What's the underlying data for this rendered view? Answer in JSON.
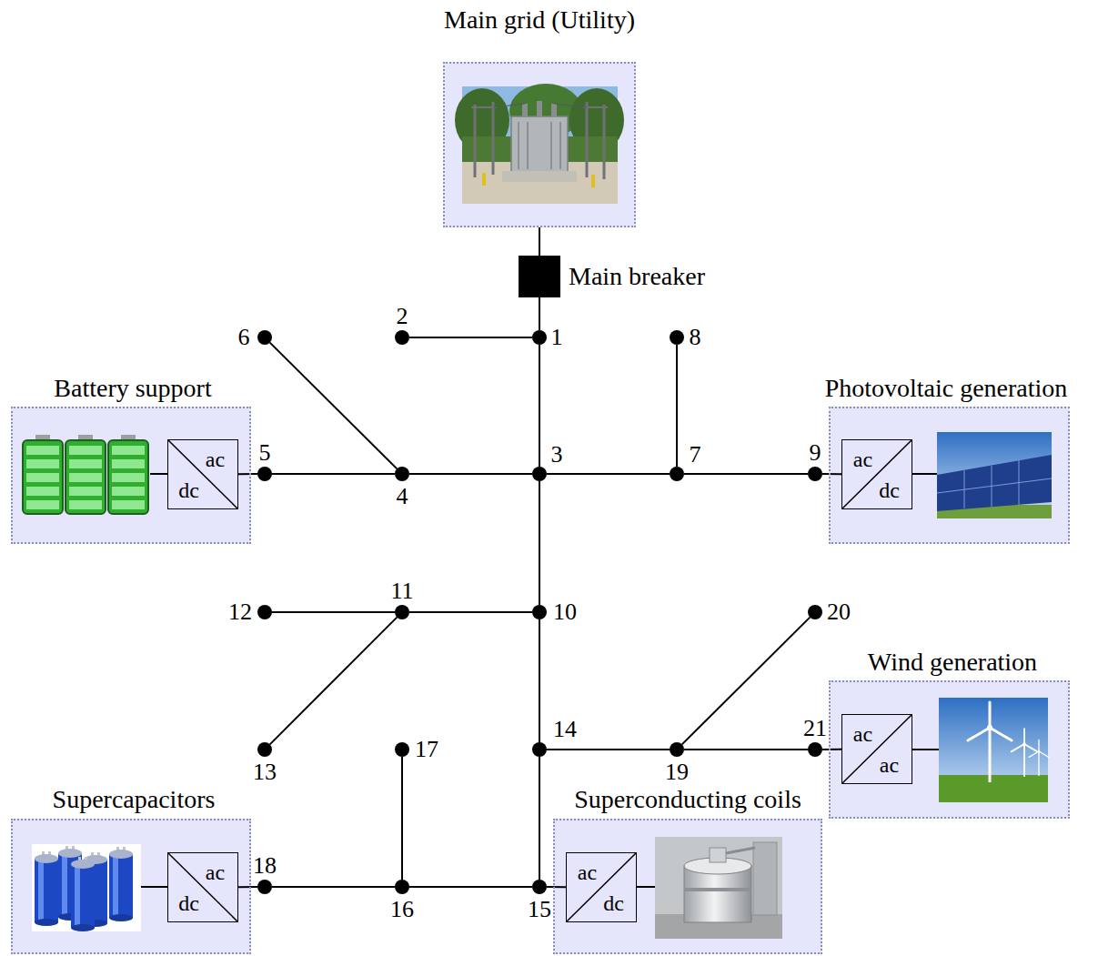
{
  "diagram": {
    "nodes": [
      {
        "text": [
          "Main grid (Utility)"
        ]
      },
      {
        "text": [
          "Main breaker"
        ]
      },
      {
        "text": [
          "6"
        ]
      },
      {
        "text": [
          "2"
        ]
      },
      {
        "text": [
          "1"
        ]
      },
      {
        "text": [
          "8"
        ]
      },
      {
        "text": [
          "Battery support"
        ]
      },
      {
        "text": [
          "ac",
          "dc"
        ],
        "in": 6
      },
      {
        "text": [
          "5"
        ]
      },
      {
        "text": [
          "4"
        ]
      },
      {
        "text": [
          "3"
        ]
      },
      {
        "text": [
          "7"
        ]
      },
      {
        "text": [
          "9"
        ]
      },
      {
        "text": [
          "Photovoltaic generation"
        ]
      },
      {
        "text": [
          "ac",
          "dc"
        ],
        "in": 13
      },
      {
        "text": [
          "12"
        ]
      },
      {
        "text": [
          "11"
        ]
      },
      {
        "text": [
          "10"
        ]
      },
      {
        "text": [
          "20"
        ]
      },
      {
        "text": [
          "13"
        ]
      },
      {
        "text": [
          "14"
        ]
      },
      {
        "text": [
          "19"
        ]
      },
      {
        "text": [
          "21"
        ]
      },
      {
        "text": [
          "Wind generation"
        ]
      },
      {
        "text": [
          "ac",
          "ac"
        ],
        "in": 23
      },
      {
        "text": [
          "17"
        ]
      },
      {
        "text": [
          "Supercapacitors"
        ]
      },
      {
        "text": [
          "ac",
          "dc"
        ],
        "in": 26
      },
      {
        "text": [
          "18"
        ]
      },
      {
        "text": [
          "16"
        ]
      },
      {
        "text": [
          "15"
        ]
      },
      {
        "text": [
          "Superconducting coils"
        ]
      },
      {
        "text": [
          "ac",
          "dc"
        ],
        "in": 31
      }
    ],
    "edges": [
      {
        "from": 0,
        "to": 1,
        "arrow": "none"
      },
      {
        "from": 1,
        "to": 4,
        "arrow": "none"
      },
      {
        "from": 4,
        "to": 3,
        "arrow": "none"
      },
      {
        "from": 4,
        "to": 10,
        "arrow": "none"
      },
      {
        "from": 10,
        "to": 9,
        "arrow": "none"
      },
      {
        "from": 9,
        "to": 2,
        "arrow": "none"
      },
      {
        "from": 9,
        "to": 8,
        "arrow": "none"
      },
      {
        "from": 8,
        "to": 7,
        "arrow": "none"
      },
      {
        "from": 10,
        "to": 11,
        "arrow": "none"
      },
      {
        "from": 11,
        "to": 5,
        "arrow": "none"
      },
      {
        "from": 11,
        "to": 12,
        "arrow": "none"
      },
      {
        "from": 12,
        "to": 14,
        "arrow": "none"
      },
      {
        "from": 10,
        "to": 17,
        "arrow": "none"
      },
      {
        "from": 17,
        "to": 16,
        "arrow": "none"
      },
      {
        "from": 16,
        "to": 15,
        "arrow": "none"
      },
      {
        "from": 16,
        "to": 19,
        "arrow": "none"
      },
      {
        "from": 17,
        "to": 20,
        "arrow": "none"
      },
      {
        "from": 20,
        "to": 21,
        "arrow": "none"
      },
      {
        "from": 21,
        "to": 18,
        "arrow": "none"
      },
      {
        "from": 21,
        "to": 22,
        "arrow": "none"
      },
      {
        "from": 22,
        "to": 24,
        "arrow": "none"
      },
      {
        "from": 20,
        "to": 30,
        "arrow": "none"
      },
      {
        "from": 30,
        "to": 29,
        "arrow": "none"
      },
      {
        "from": 29,
        "to": 25,
        "arrow": "none"
      },
      {
        "from": 29,
        "to": 28,
        "arrow": "none"
      },
      {
        "from": 28,
        "to": 27,
        "arrow": "none"
      },
      {
        "from": 30,
        "to": 32,
        "arrow": "none"
      }
    ]
  }
}
